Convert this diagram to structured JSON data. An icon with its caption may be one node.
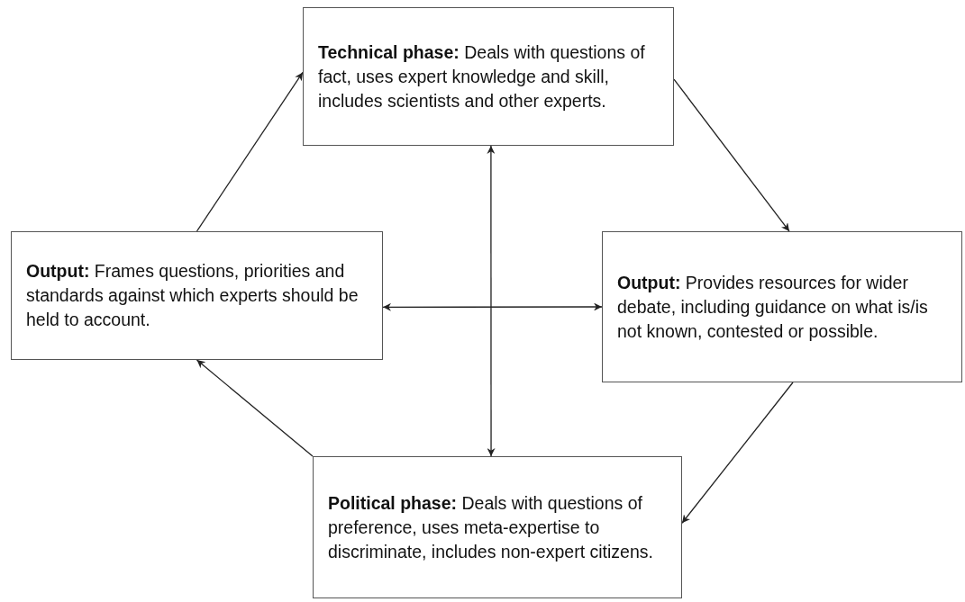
{
  "diagram": {
    "nodes": [
      {
        "text": [
          "**Technical phase:** Deals with questions of fact, uses expert knowledge and skill, includes scientists and other experts."
        ]
      },
      {
        "text": [
          "**Output:** Frames questions, priorities and standards against which experts should be held to account."
        ]
      },
      {
        "text": [
          "**Output:** Provides resources for wider debate, including guidance on what is/is not known, contested or possible."
        ]
      },
      {
        "text": [
          "**Political phase:** Deals with questions of preference, uses meta-expertise to discriminate, includes non-expert citizens."
        ]
      }
    ],
    "edges": [
      {
        "from": 1,
        "to": 0,
        "arrow": "to"
      },
      {
        "from": 0,
        "to": 2,
        "arrow": "to"
      },
      {
        "from": 2,
        "to": 3,
        "arrow": "to"
      },
      {
        "from": 3,
        "to": 1,
        "arrow": "to"
      },
      {
        "from": 0,
        "to": 3,
        "arrow": "both"
      },
      {
        "from": 1,
        "to": 2,
        "arrow": "both"
      }
    ]
  }
}
